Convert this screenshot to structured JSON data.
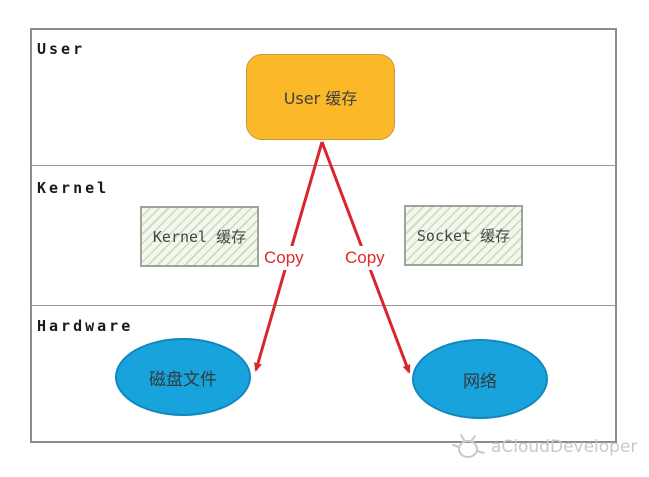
{
  "diagram": {
    "title_context": "User / Kernel / Hardware copy diagram",
    "sections": [
      {
        "label": "User"
      },
      {
        "label": "Kernel"
      },
      {
        "label": "Hardware"
      }
    ],
    "nodes": {
      "user_cache": {
        "label": "User 缓存",
        "shape": "rounded-rect",
        "section": "User"
      },
      "kernel_cache": {
        "label": "Kernel 缓存",
        "shape": "hatched-rect",
        "section": "Kernel"
      },
      "socket_cache": {
        "label": "Socket 缓存",
        "shape": "hatched-rect",
        "section": "Kernel"
      },
      "disk_file": {
        "label": "磁盘文件",
        "shape": "ellipse",
        "section": "Hardware"
      },
      "network": {
        "label": "网络",
        "shape": "ellipse",
        "section": "Hardware"
      }
    },
    "arrows": [
      {
        "label": "Copy",
        "from": "user_cache",
        "to": "disk_file"
      },
      {
        "label": "Copy",
        "from": "user_cache",
        "to": "network"
      }
    ],
    "colors": {
      "user_cache_fill": "#FBB929",
      "user_cache_border": "#C49B42",
      "hatch_fill": "#F3F8EC",
      "hatch_stripe": "#CCD8C0",
      "hatch_border": "#9AA69A",
      "ellipse_fill": "#19A3DC",
      "ellipse_border": "#1188BD",
      "arrow_red": "#D9262C",
      "copy_text": "#DF2A2A",
      "frame_border": "#8C8C8C",
      "watermark_gray": "#C9C9C9"
    }
  },
  "watermark": {
    "label": "aCloudDeveloper"
  }
}
